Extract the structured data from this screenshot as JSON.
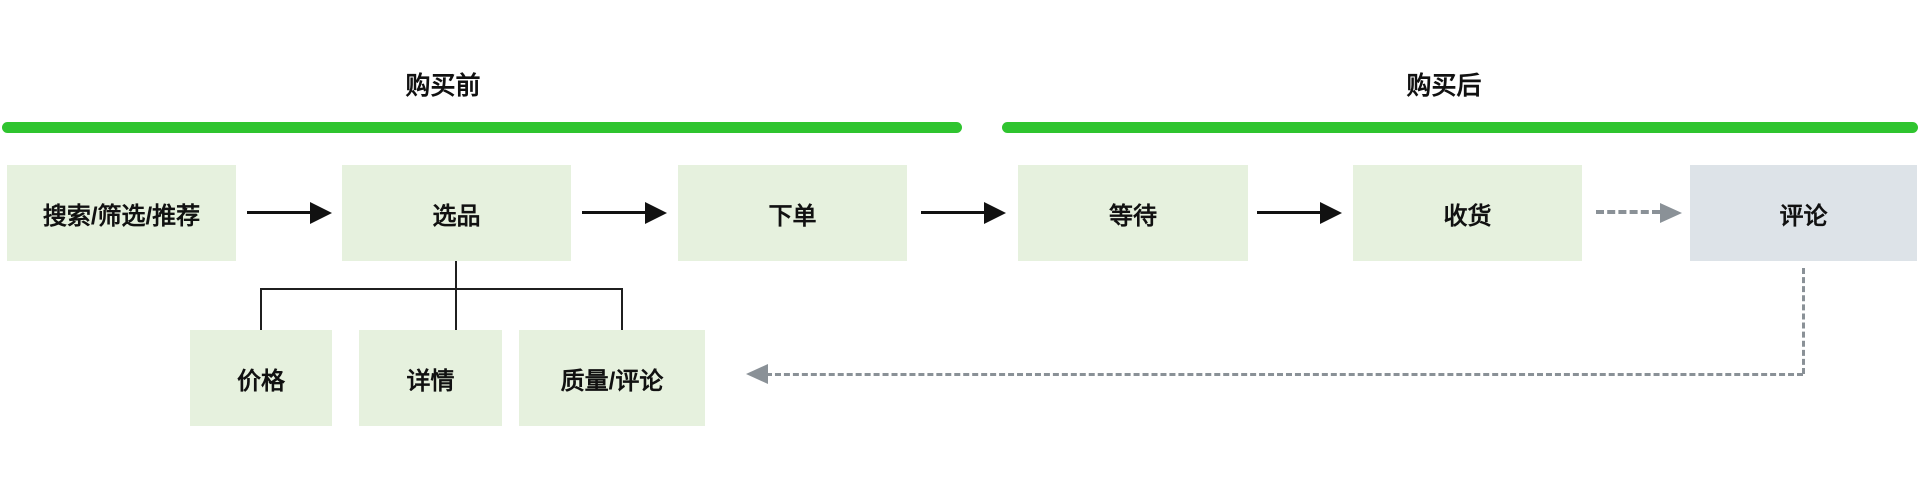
{
  "phases": {
    "pre": {
      "label": "购买前"
    },
    "post": {
      "label": "购买后"
    }
  },
  "flow": {
    "steps": [
      {
        "label": "搜索/筛选/推荐"
      },
      {
        "label": "选品"
      },
      {
        "label": "下单"
      },
      {
        "label": "等待"
      },
      {
        "label": "收货"
      },
      {
        "label": "评论"
      }
    ]
  },
  "selection_factors": {
    "items": [
      {
        "label": "价格"
      },
      {
        "label": "详情"
      },
      {
        "label": "质量/评论"
      }
    ]
  },
  "colors": {
    "phase_bar_green": "#2fc42f",
    "node_green_bg": "#e6f1de",
    "node_gray_bg": "#dde3e8",
    "connector_black": "#1f1f1f",
    "dashed_gray": "#8a9197",
    "text": "#111111"
  }
}
